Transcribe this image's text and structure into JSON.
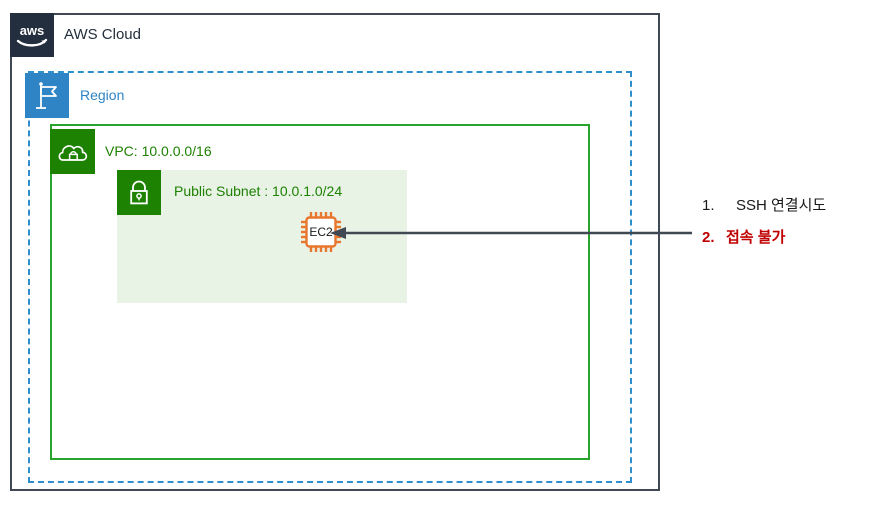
{
  "diagram": {
    "cloud": {
      "label": "AWS Cloud",
      "logo_icon": "aws-logo-icon",
      "border_color": "#3F4853",
      "logo_bg": "#232F3E"
    },
    "region": {
      "label": "Region",
      "icon": "region-flag-icon",
      "color": "#2E84C4",
      "border_style": "dashed"
    },
    "vpc": {
      "label": "VPC: 10.0.0.0/16",
      "icon": "vpc-cloud-lock-icon",
      "color": "#1D8102",
      "border_color": "#29A329"
    },
    "subnet": {
      "label": "Public Subnet : 10.0.1.0/24",
      "icon": "subnet-padlock-icon",
      "color": "#1D8102",
      "fill": "#E8F3E6"
    },
    "ec2": {
      "label": "EC2",
      "icon": "ec2-chip-icon",
      "color": "#E8762D"
    },
    "arrow": {
      "icon": "arrow-left-icon",
      "color": "#3F4853",
      "direction": "left"
    }
  },
  "annotations": {
    "items": [
      {
        "number": "1.",
        "text": "SSH 연결시도",
        "color": "#1a1a1a"
      },
      {
        "number": "2.",
        "text": "접속 불가",
        "color": "#C00000"
      }
    ]
  }
}
